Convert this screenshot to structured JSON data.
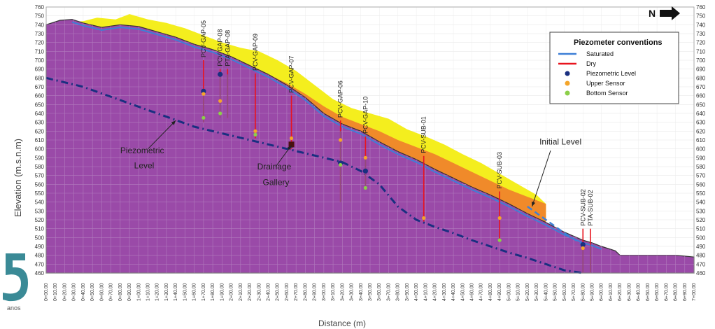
{
  "chart_data": {
    "type": "area",
    "title": "",
    "xlabel": "Distance (m)",
    "ylabel": "Elevation (m.s.n.m)",
    "ylim": [
      460,
      760
    ],
    "ytick_step": 10,
    "xlim": [
      0,
      700
    ],
    "xtick_step": 10,
    "grid": true,
    "legend_position": "top-right",
    "north_label": "N",
    "colors": {
      "rock": "#9a4aa8",
      "grid": "#b27cbe",
      "orange_layer": "#f08a2a",
      "yellow_layer": "#f4ee1e",
      "saturated": "#3e7fd6",
      "dry": "#e8141e",
      "piezometric_level": "#1a2f80",
      "upper_sensor": "#f4a52a",
      "bottom_sensor": "#8ccf4a"
    },
    "profiles": {
      "ground_surface": {
        "x": [
          0,
          15,
          28,
          40,
          60,
          80,
          100,
          120,
          140,
          160,
          180,
          200,
          220,
          240,
          260,
          280,
          300,
          320,
          340,
          360,
          380,
          400,
          420,
          440,
          460,
          480,
          500,
          520,
          540,
          560,
          580,
          590,
          600,
          615,
          620,
          640,
          660,
          680,
          700
        ],
        "y": [
          740,
          745,
          746,
          742,
          737,
          740,
          738,
          732,
          726,
          718,
          712,
          704,
          694,
          684,
          672,
          658,
          640,
          628,
          620,
          608,
          597,
          588,
          577,
          567,
          557,
          548,
          538,
          527,
          517,
          506,
          497,
          494,
          490,
          485,
          480,
          480,
          480,
          480,
          478
        ]
      },
      "orange_top": {
        "x": [
          0,
          20,
          40,
          60,
          80,
          100,
          120,
          140,
          160,
          180,
          200,
          220,
          240,
          260,
          280,
          300,
          320,
          340,
          360,
          380,
          400,
          420,
          440,
          460,
          480,
          500,
          520,
          540
        ],
        "y": [
          740,
          743,
          741,
          737,
          738,
          735,
          728,
          722,
          714,
          708,
          700,
          692,
          684,
          674,
          662,
          648,
          636,
          628,
          620,
          610,
          602,
          594,
          584,
          574,
          564,
          554,
          546,
          538
        ]
      },
      "yellow_top": {
        "x": [
          0,
          20,
          40,
          55,
          75,
          90,
          110,
          130,
          150,
          170,
          190,
          210,
          230,
          250,
          270,
          290,
          310,
          330,
          350,
          370,
          390,
          410,
          430,
          450,
          470,
          490,
          510,
          530,
          540
        ],
        "y": [
          740,
          743,
          744,
          748,
          746,
          752,
          746,
          742,
          736,
          728,
          720,
          714,
          710,
          700,
          688,
          672,
          656,
          646,
          640,
          634,
          622,
          614,
          605,
          594,
          584,
          572,
          560,
          548,
          538
        ]
      },
      "piezometric_level": {
        "x": [
          0,
          40,
          80,
          120,
          160,
          200,
          240,
          280,
          300,
          320,
          340,
          360,
          380,
          400,
          420,
          440,
          460,
          480,
          500,
          520,
          540,
          560,
          580
        ],
        "y": [
          680,
          670,
          655,
          640,
          625,
          615,
          605,
          595,
          590,
          585,
          575,
          560,
          535,
          520,
          512,
          505,
          497,
          490,
          483,
          477,
          470,
          463,
          460
        ]
      },
      "initial_level": {
        "x": [
          520,
          540,
          560,
          580
        ],
        "y": [
          535,
          520,
          505,
          492
        ]
      }
    },
    "piezometers": [
      {
        "label": "PCV-GAP-05",
        "x": 170,
        "top": 700,
        "bottom": 630,
        "wet_to": 665,
        "level": 665,
        "upper": 662,
        "lower": 635
      },
      {
        "label": "PCV-GAP-08",
        "x": 188,
        "top": 690,
        "bottom": 635,
        "wet_to": 684,
        "level": 684,
        "upper": 654,
        "lower": 640
      },
      {
        "label": "PTA-GAP-08",
        "x": 196,
        "top": 690,
        "bottom": 635,
        "wet_to": 684,
        "level": null,
        "upper": null,
        "lower": null
      },
      {
        "label": "PCV-GAP-09",
        "x": 226,
        "top": 685,
        "bottom": 612,
        "wet_to": 685,
        "level": null,
        "upper": 620,
        "lower": 616
      },
      {
        "label": "PCV-GAP-07",
        "x": 265,
        "top": 660,
        "bottom": 600,
        "wet_to": 660,
        "level": 604,
        "upper": 612,
        "lower": 604
      },
      {
        "label": "PCV-GAP-06",
        "x": 318,
        "top": 632,
        "bottom": 540,
        "wet_to": 620,
        "level": 584,
        "upper": 610,
        "lower": 582
      },
      {
        "label": "PCV-GAP-10",
        "x": 345,
        "top": 614,
        "bottom": 555,
        "wet_to": 590,
        "level": 575,
        "upper": 590,
        "lower": 556
      },
      {
        "label": "PCV-SUB-01",
        "x": 408,
        "top": 592,
        "bottom": 518,
        "wet_to": 592,
        "level": null,
        "upper": 522,
        "lower": null
      },
      {
        "label": "PCV-SUB-03",
        "x": 490,
        "top": 552,
        "bottom": 495,
        "wet_to": 552,
        "level": null,
        "upper": 522,
        "lower": 497
      },
      {
        "label": "PCV-SUB-02",
        "x": 580,
        "top": 510,
        "bottom": 460,
        "wet_to": 492,
        "level": 492,
        "upper": 488,
        "lower": null
      },
      {
        "label": "PTA-SUB-02",
        "x": 588,
        "top": 510,
        "bottom": 460,
        "wet_to": 492,
        "level": null,
        "upper": null,
        "lower": null
      }
    ],
    "drainage_gallery": {
      "x": 265,
      "y": 605
    },
    "annotations": [
      {
        "text": "Piezometric",
        "x": 80,
        "y": 595
      },
      {
        "text": "Level",
        "x": 95,
        "y": 578
      },
      {
        "text": "Drainage",
        "x": 228,
        "y": 577
      },
      {
        "text": "Gallery",
        "x": 234,
        "y": 559
      },
      {
        "text": "Initial Level",
        "x": 533,
        "y": 605
      }
    ],
    "legend": {
      "title": "Piezometer conventions",
      "items": [
        {
          "label": "Saturated",
          "kind": "line",
          "color": "#3e7fd6"
        },
        {
          "label": "Dry",
          "kind": "line",
          "color": "#e8141e"
        },
        {
          "label": "Piezometric Level",
          "kind": "dot",
          "color": "#1a2f80"
        },
        {
          "label": "Upper Sensor",
          "kind": "dot",
          "color": "#f4a52a"
        },
        {
          "label": "Bottom Sensor",
          "kind": "dot",
          "color": "#8ccf4a"
        }
      ]
    }
  },
  "logo": {
    "number": "5",
    "text": "anos"
  }
}
